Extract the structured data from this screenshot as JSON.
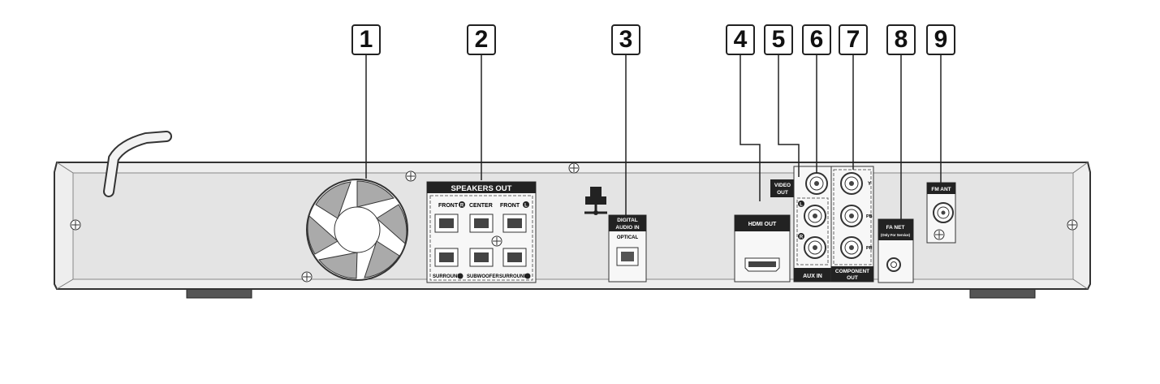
{
  "callouts": [
    "1",
    "2",
    "3",
    "4",
    "5",
    "6",
    "7",
    "8",
    "9"
  ],
  "panels": {
    "speakers_out": "SPEAKERS OUT",
    "front_r": "FRONT",
    "center": "CENTER",
    "front_l": "FRONT",
    "surround_r": "SURROUND",
    "subwoofer": "SUBWOOFER",
    "surround_l": "SURROUND",
    "digital_audio_in_1": "DIGITAL",
    "digital_audio_in_2": "AUDIO IN",
    "optical": "OPTICAL",
    "hdmi_out": "HDMI OUT",
    "video_out_1": "VIDEO",
    "video_out_2": "OUT",
    "aux_in": "AUX IN",
    "component_out_1": "COMPONENT",
    "component_out_2": "OUT",
    "fa_net": "FA NET",
    "fa_net_note": "(Only For Service)",
    "fm_ant": "FM ANT",
    "y": "Y",
    "pb": "PB",
    "pr": "PR",
    "r": "R",
    "l": "L"
  },
  "colors": {
    "panel_fill": "#eeeeee",
    "outline": "#333333",
    "label_bg": "#222222",
    "label_text": "#ffffff"
  }
}
